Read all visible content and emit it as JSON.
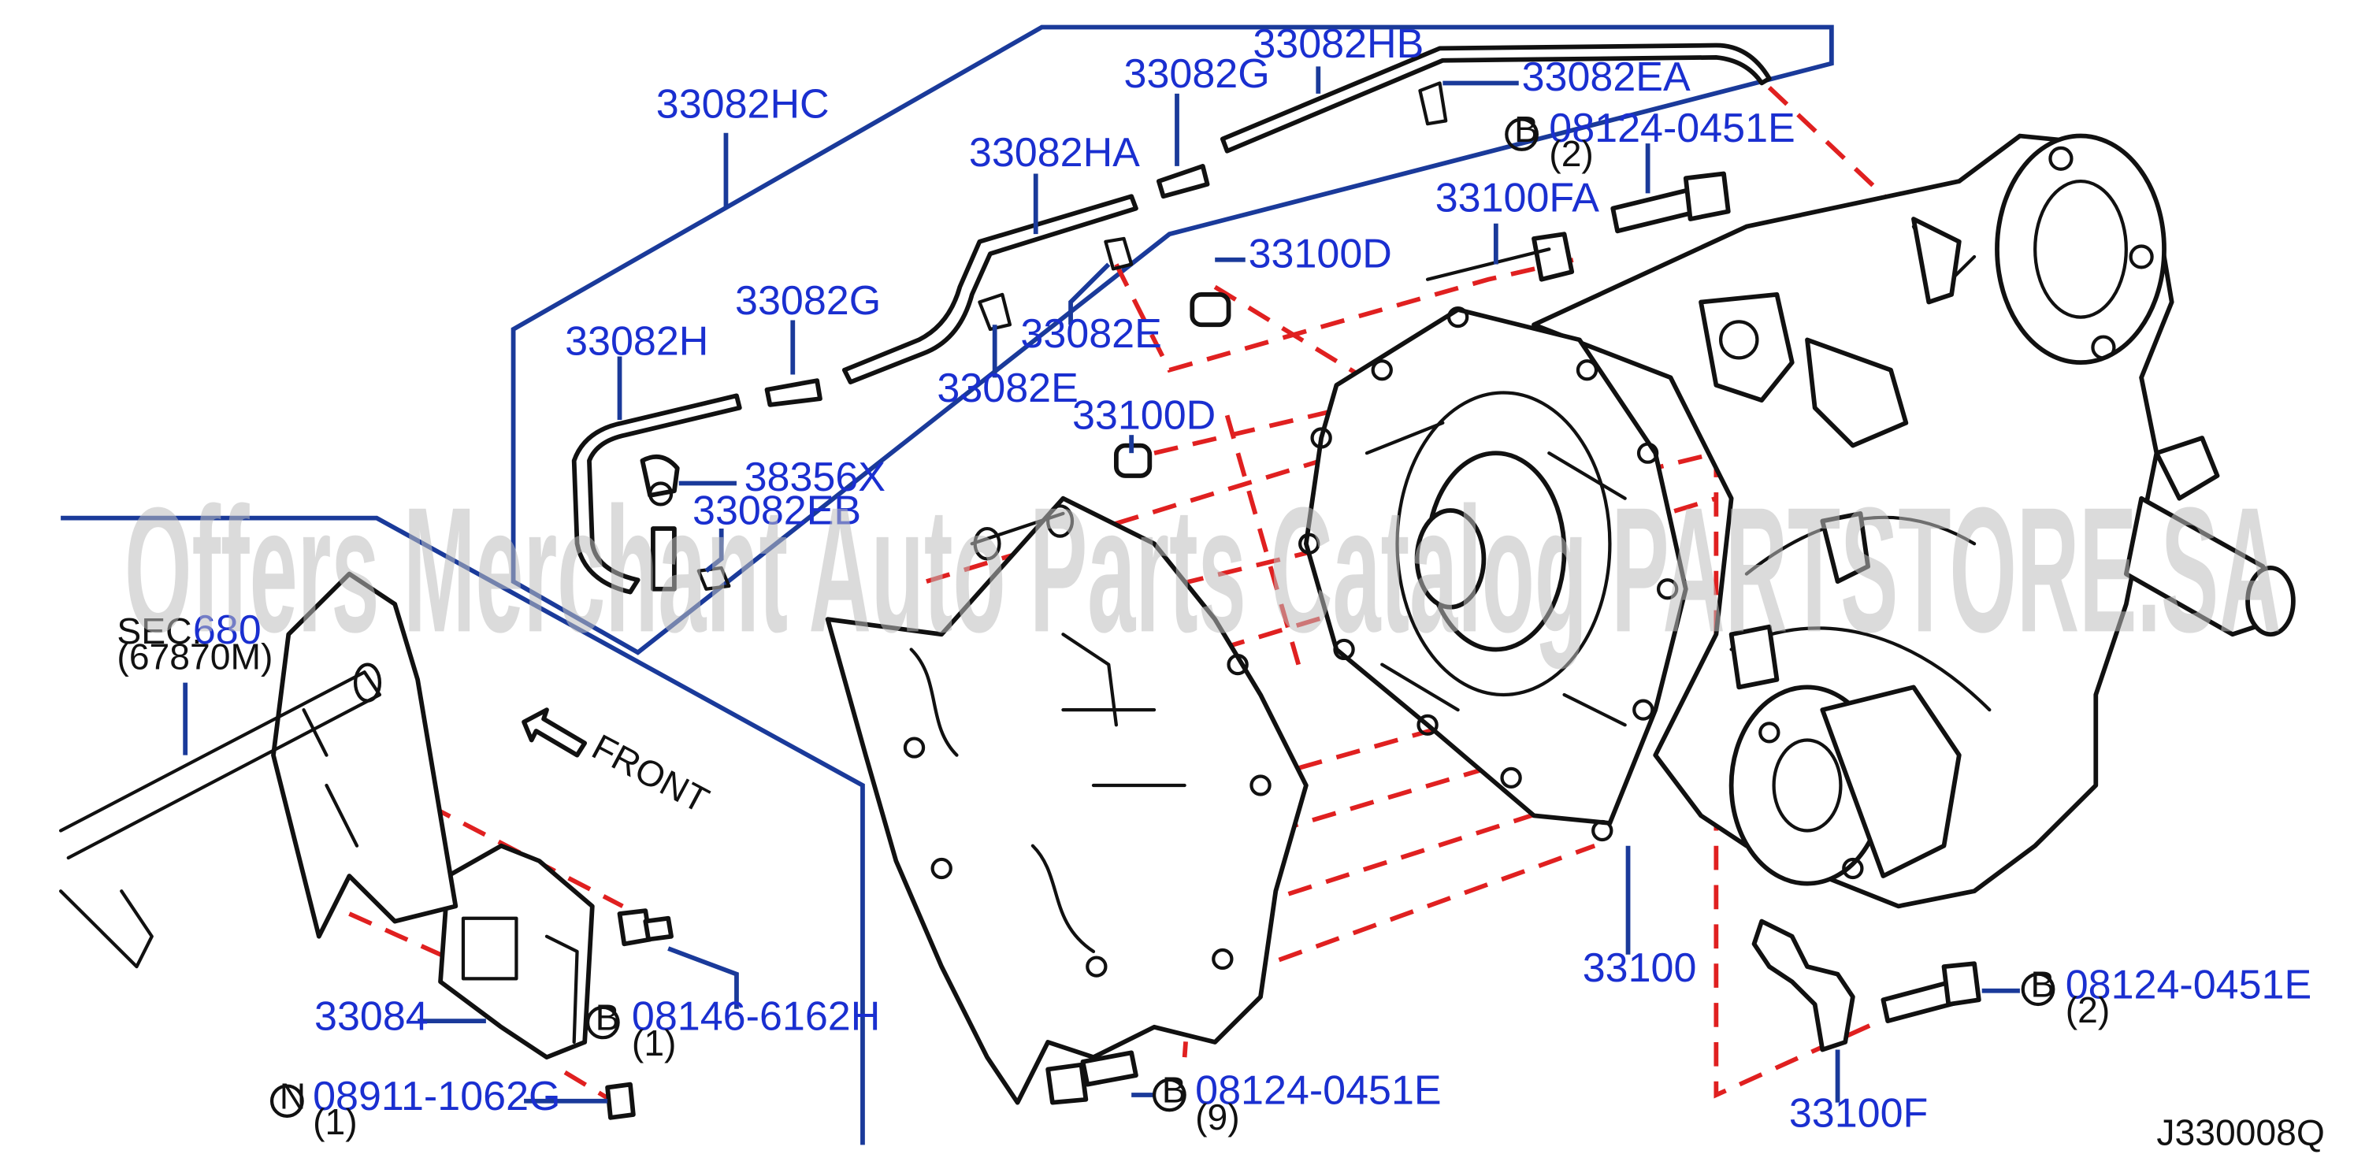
{
  "watermark": "Offers Merchant Auto Parts Catalog PARTSTORE.SA",
  "diagram_code": "J330008Q",
  "front_label": "FRONT",
  "sec_ref": {
    "sec": "SEC.",
    "number": "680",
    "part": "(67870M)"
  },
  "parts": {
    "p33082HC": "33082HC",
    "p33082HB": "33082HB",
    "p33082EA": "33082EA",
    "p33082G_top": "33082G",
    "p33082HA": "33082HA",
    "p33082G_mid": "33082G",
    "p33082H": "33082H",
    "p33082E_a": "33082E",
    "p33082E_b": "33082E",
    "p33100D_top": "33100D",
    "p33100D_mid": "33100D",
    "p33100FA": "33100FA",
    "p38356X": "38356X",
    "p33082EB": "33082EB",
    "p33100": "33100",
    "p33100F": "33100F",
    "p33084": "33084"
  },
  "fasteners": [
    {
      "symbol": "B",
      "part": "08124-0451E",
      "qty": "(2)"
    },
    {
      "symbol": "B",
      "part": "08146-6162H",
      "qty": "(1)"
    },
    {
      "symbol": "N",
      "part": "08911-1062G",
      "qty": "(1)"
    },
    {
      "symbol": "B",
      "part": "08124-0451E",
      "qty": "(9)"
    },
    {
      "symbol": "B",
      "part": "08124-0451E",
      "qty": "(2)"
    }
  ],
  "colors": {
    "label_blue": "#1a2fd0",
    "leader_blue": "#1a3a9a",
    "dash_red": "#e02020",
    "line": "#111111"
  }
}
